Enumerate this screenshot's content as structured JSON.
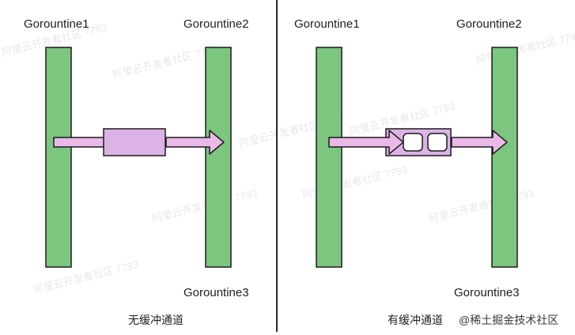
{
  "left_panel": {
    "goroutine_1": "Gorountine1",
    "goroutine_2": "Gorountine2",
    "goroutine_3": "Gorountine3",
    "caption": "无缓冲通道"
  },
  "right_panel": {
    "goroutine_1": "Gorountine1",
    "goroutine_2": "Gorountine2",
    "goroutine_3": "Gorountine3",
    "caption": "有缓冲通道",
    "buffer_slots": 2
  },
  "watermark": "阿里云开发者社区 7793",
  "footer": "@稀土掘金技术社区",
  "colors": {
    "goroutine_fill": "#7cc67f",
    "goroutine_stroke": "#1b1b1b",
    "arrow_fill": "#eab9e8",
    "channel_fill": "#dcb3e6",
    "slot_fill": "#ffffff",
    "divider": "#2a2a2a"
  }
}
